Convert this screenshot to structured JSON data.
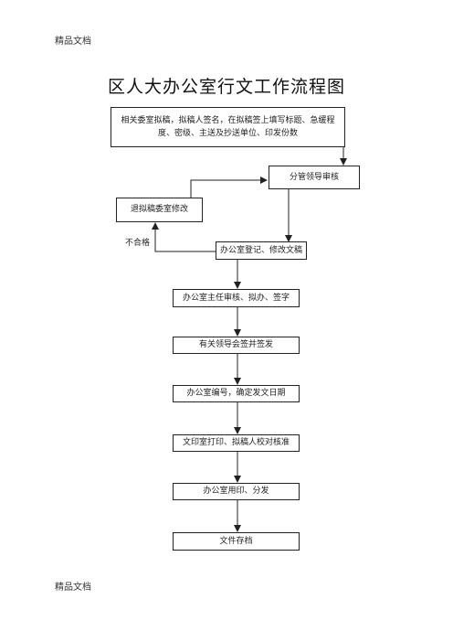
{
  "header": {
    "text": "精品文档"
  },
  "footer": {
    "text": "精品文档"
  },
  "diagram": {
    "title": "区人大办公室行文工作流程图",
    "nodes": {
      "draft": "相关委室拟稿，拟稿人签名，在拟稿签上填写标题、急缓程度、密级、主送及抄送单位、印发份数",
      "review": "分管领导审核",
      "return": "退拟稿委室修改",
      "register": "办公室登记、修改文稿",
      "director": "办公室主任审核、拟办、签字",
      "sign": "有关领导会签并签发",
      "number": "办公室编号，确定发文日期",
      "print": "文印室打印、拟稿人校对核准",
      "seal": "办公室用印、分发",
      "archive": "文件存档"
    },
    "edge_label": "不合格"
  }
}
